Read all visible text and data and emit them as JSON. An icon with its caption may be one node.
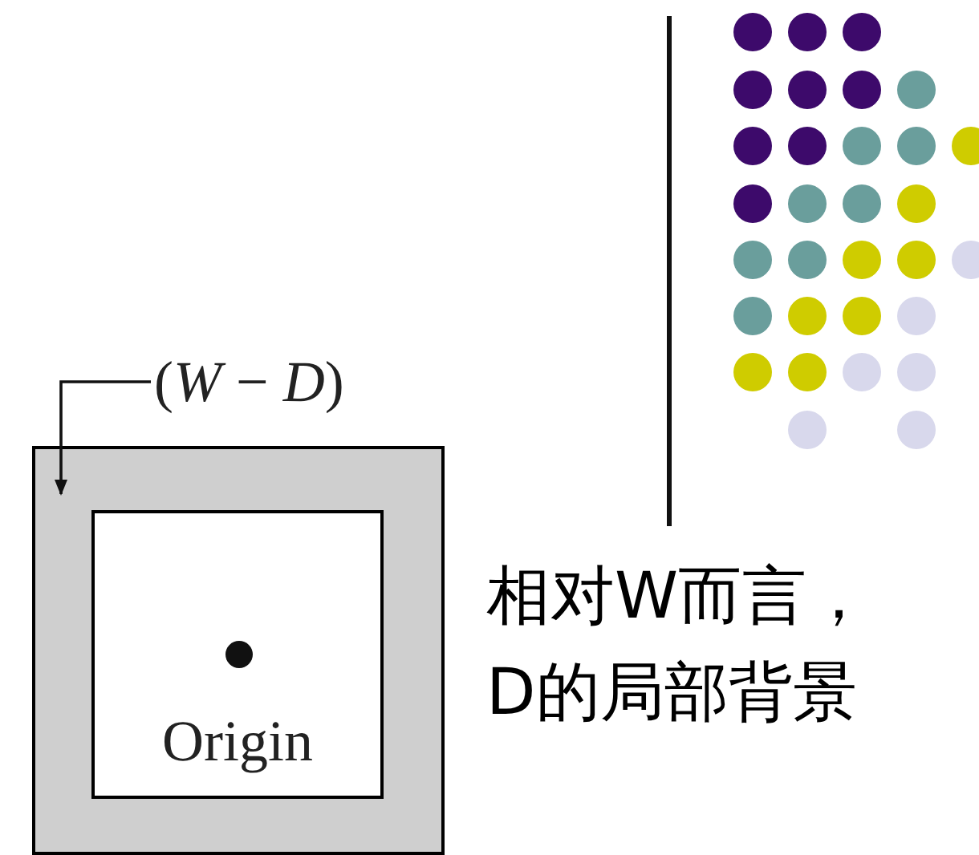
{
  "diagram": {
    "nodes": [
      {
        "text": [],
        "shape": "box"
      },
      {
        "text": [
          "Origin"
        ],
        "in": 0
      },
      {
        "text": [
          "(*W* − *D*)"
        ]
      }
    ],
    "edges": [
      {
        "from": 2,
        "to": 0,
        "arrow": "to"
      }
    ],
    "labels": [
      "相对W而言，D的局部背景"
    ]
  }
}
